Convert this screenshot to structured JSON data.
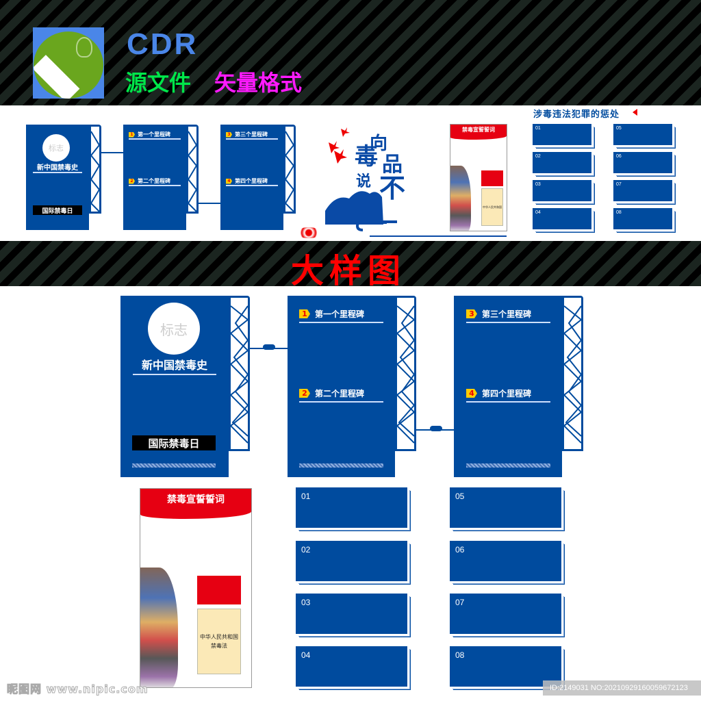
{
  "header": {
    "logo_icon": "coreldraw-logo-icon",
    "format_title": "CDR",
    "source_label": "源文件",
    "vector_label": "矢量格式"
  },
  "section_title": "大样图",
  "colors": {
    "panel_blue": "#004b9e",
    "stripe_dark": "#1b2520",
    "cdr_blue": "#4a86e8",
    "green": "#00e64a",
    "magenta": "#ff1aff",
    "red": "#e60012",
    "badge_yellow": "#ffcc00",
    "law_box": "#fbe9b7"
  },
  "history_panel": {
    "logo_text": "标志",
    "title": "新中国禁毒史",
    "day_badge": "国际禁毒日"
  },
  "milestones": [
    {
      "num": "1",
      "label": "第一个里程碑"
    },
    {
      "num": "2",
      "label": "第二个里程碑"
    },
    {
      "num": "3",
      "label": "第三个里程碑"
    },
    {
      "num": "4",
      "label": "第四个里程碑"
    }
  ],
  "slogan": {
    "text": "向毒品说不",
    "chars": [
      "向",
      "毒",
      "品",
      "说",
      "不"
    ]
  },
  "pledge_poster": {
    "title": "禁毒宣誓誓词",
    "law_text_line1": "中华人民共和国",
    "law_text_line2": "禁毒法"
  },
  "crimes_section": {
    "title": "涉毒违法犯罪的惩处",
    "cards": [
      "01",
      "02",
      "03",
      "04",
      "05",
      "06",
      "07",
      "08"
    ]
  },
  "footer": {
    "watermark": "昵图网 www.nipic.com",
    "id_text": "ID:2149031 NO:20210929160059672123"
  }
}
